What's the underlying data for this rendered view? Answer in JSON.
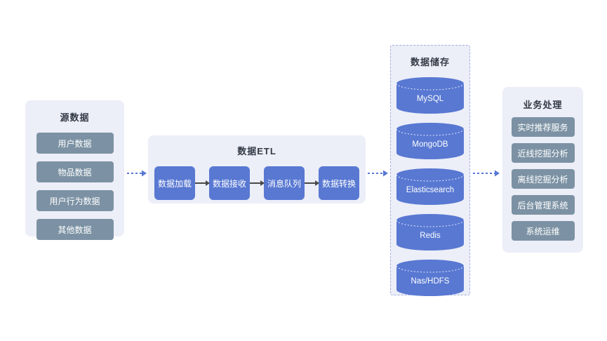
{
  "colors": {
    "panel_bg": "#ECEEF8",
    "slate_box": "#7C92A4",
    "blue_box": "#5878D2",
    "connector_arrow": "#5878D2",
    "flow_arrow": "#4A4A4A",
    "title_text": "#333A45",
    "box_text": "#FFFFFF",
    "storage_panel_border": "#A6B0E0"
  },
  "panels": {
    "source": {
      "title": "源数据",
      "items": [
        "用户数据",
        "物品数据",
        "用户行为数据",
        "其他数据"
      ]
    },
    "etl": {
      "title": "数据ETL",
      "steps": [
        "数据加载",
        "数据接收",
        "消息队列",
        "数据转换"
      ]
    },
    "storage": {
      "title": "数据储存",
      "databases": [
        "MySQL",
        "MongoDB",
        "Elasticsearch",
        "Redis",
        "Nas/HDFS"
      ]
    },
    "business": {
      "title": "业务处理",
      "items": [
        "实时推荐服务",
        "近线挖掘分析",
        "离线挖掘分析",
        "后台管理系统",
        "系统运维"
      ]
    }
  }
}
